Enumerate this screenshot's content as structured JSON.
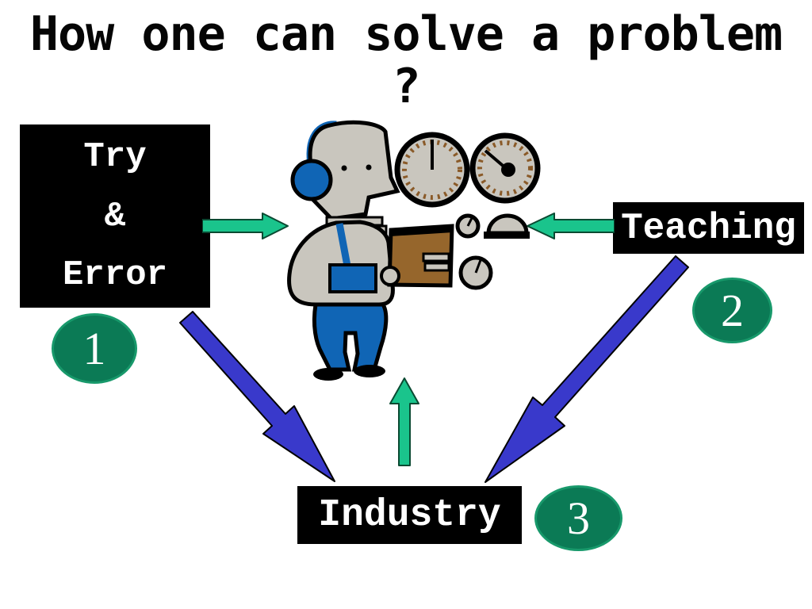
{
  "slide": {
    "title_line1": "How one can solve a problem",
    "title_line2": "?"
  },
  "boxes": {
    "try_error": {
      "line1": "Try",
      "line2": "&",
      "line3": "Error"
    },
    "teaching": {
      "label": "Teaching"
    },
    "industry": {
      "label": "Industry"
    }
  },
  "badges": {
    "one": "1",
    "two": "2",
    "three": "3"
  },
  "illustration": {
    "name": "person-with-headset-clipboard-and-gauges"
  },
  "colors": {
    "arrow-green": "#1AC48C",
    "arrow-blue": "#3939CB",
    "badge-green": "#0B7A55",
    "badge-border": "#18996B",
    "box-black": "#000000",
    "text-white": "#FFFFFF",
    "figure-blue": "#1065B5",
    "figure-gray": "#C9C6BE",
    "figure-brown": "#96662C"
  }
}
